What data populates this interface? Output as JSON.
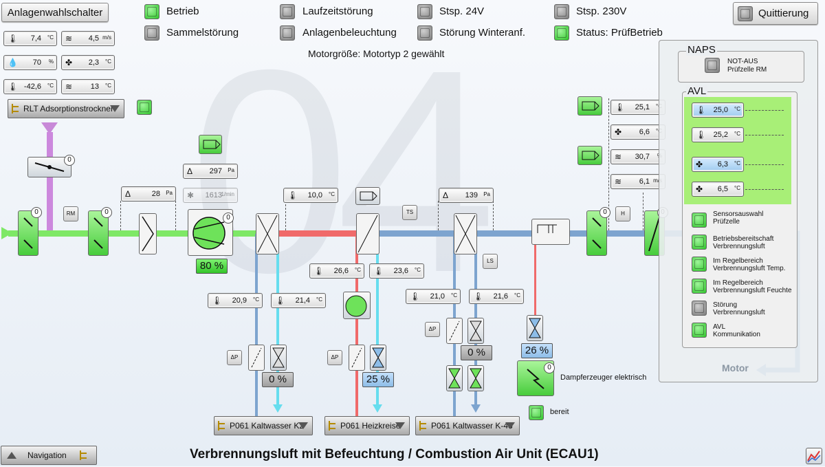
{
  "top": {
    "selector_button": "Anlagenwahlschalter",
    "quit_button": "Quittierung",
    "status": [
      {
        "label": "Betrieb",
        "state": "green"
      },
      {
        "label": "Sammelstörung",
        "state": "gray"
      },
      {
        "label": "Laufzeitstörung",
        "state": "gray"
      },
      {
        "label": "Anlagenbeleuchtung",
        "state": "gray"
      },
      {
        "label": "Stsp. 24V",
        "state": "gray"
      },
      {
        "label": "Störung Winteranf.",
        "state": "gray"
      },
      {
        "label": "Stsp. 230V",
        "state": "gray"
      },
      {
        "label": "Status: PrüfBetrieb",
        "state": "green"
      }
    ],
    "motor_text": "Motorgröße: Motortyp 2 gewählt"
  },
  "background_number": "04",
  "left_values": [
    {
      "icon": "thermometer-icon",
      "value": "7,4",
      "unit": "°C"
    },
    {
      "icon": "wind-icon",
      "value": "4,5",
      "unit": "m/s"
    },
    {
      "icon": "droplet-icon",
      "value": "70",
      "unit": "%"
    },
    {
      "icon": "fan-icon",
      "value": "2,3",
      "unit": "°C"
    },
    {
      "icon": "thermometer-icon",
      "value": "-42,6",
      "unit": "°C"
    },
    {
      "icon": "wind-icon",
      "value": "13",
      "unit": "°C"
    }
  ],
  "dropdowns": {
    "adsorption": "RLT Adsorptionstrockner",
    "kaltwasser_k2": "P061 Kaltwasser K2",
    "heizkreise": "P061 Heizkreise",
    "kaltwasser_k48": "P061 Kaltwasser K-48"
  },
  "process": {
    "pressure_1": {
      "value": "28",
      "unit": "Pa"
    },
    "pressure_fan": {
      "value": "297",
      "unit": "Pa"
    },
    "fan_rpm": {
      "value": "1613",
      "unit": "1/min"
    },
    "temp_after_fan": {
      "value": "10,0",
      "unit": "°C"
    },
    "pressure_3": {
      "value": "139",
      "unit": "Pa"
    },
    "fan_percent": "80 %",
    "cooler1_temp_ret": {
      "value": "20,9",
      "unit": "°C"
    },
    "cooler1_temp_sup": {
      "value": "21,4",
      "unit": "°C"
    },
    "cooler1_valve": "0 %",
    "heater_temp_ret": {
      "value": "26,6",
      "unit": "°C"
    },
    "heater_temp_sup": {
      "value": "23,6",
      "unit": "°C"
    },
    "heater_valve": "25 %",
    "cooler2_temp_ret": {
      "value": "21,0",
      "unit": "°C"
    },
    "cooler2_temp_sup": {
      "value": "21,6",
      "unit": "°C"
    },
    "cooler2_valve": "0 %",
    "humid_valve": "26 %",
    "steam_label": "Dampferzeuger elektrisch",
    "ready_label": "bereit",
    "tags": {
      "rm": "RM",
      "ts": "TS",
      "ls": "LS",
      "h": "H",
      "dp": "ΔP"
    },
    "right_values": [
      {
        "icon": "thermometer-icon",
        "value": "25,1",
        "unit": "°C"
      },
      {
        "icon": "fan-icon",
        "value": "6,6",
        "unit": "°C"
      },
      {
        "icon": "wind-icon",
        "value": "30,7",
        "unit": "%"
      },
      {
        "icon": "wind-icon",
        "value": "6,1",
        "unit": "m/s"
      }
    ]
  },
  "naps": {
    "title": "NAPS",
    "item_line1": "NOT-AUS",
    "item_line2": "Prüfzelle RM"
  },
  "avl": {
    "title": "AVL",
    "values": [
      {
        "icon": "thermometer-icon",
        "value": "25,0",
        "unit": "°C",
        "highlight": true
      },
      {
        "icon": "thermometer-icon",
        "value": "25,2",
        "unit": "°C",
        "highlight": false
      },
      {
        "icon": "fan-icon",
        "value": "6,3",
        "unit": "°C",
        "highlight": true
      },
      {
        "icon": "fan-icon",
        "value": "6,5",
        "unit": "°C",
        "highlight": false
      }
    ],
    "status": [
      {
        "l1": "Sensorsauswahl",
        "l2": "Prüfzelle",
        "state": "green"
      },
      {
        "l1": "Betriebsbereitschaft",
        "l2": "Verbrennungsluft",
        "state": "green"
      },
      {
        "l1": "Im Regelbereich",
        "l2": "Verbrennungsluft Temp.",
        "state": "green"
      },
      {
        "l1": "Im Regelbereich",
        "l2": "Verbrennungsluft Feuchte",
        "state": "green"
      },
      {
        "l1": "Störung",
        "l2": "Verbrennungsluft",
        "state": "gray"
      },
      {
        "l1": "AVL",
        "l2": "Kommunikation",
        "state": "green"
      }
    ],
    "motor_label": "Motor"
  },
  "footer": {
    "nav_label": "Navigation",
    "title": "Verbrennungsluft mit Befeuchtung / Combustion Air Unit (ECAU1)"
  }
}
